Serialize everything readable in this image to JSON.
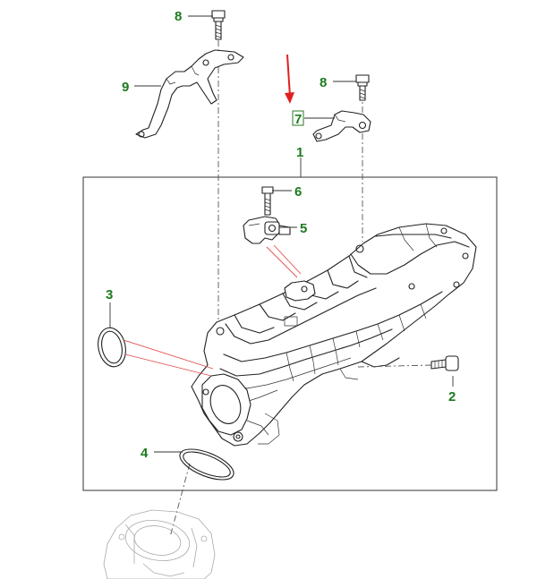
{
  "callouts": {
    "c1": "1",
    "c2": "2",
    "c3": "3",
    "c4": "4",
    "c5": "5",
    "c6": "6",
    "c7": "7",
    "c8a": "8",
    "c8b": "8",
    "c9": "9"
  },
  "colors": {
    "callout_text": "#1e7a1e",
    "indicator_arrow": "#e02020",
    "leader_highlight": "#e24a4a",
    "line_art": "#222222"
  },
  "highlighted_callout": "7"
}
